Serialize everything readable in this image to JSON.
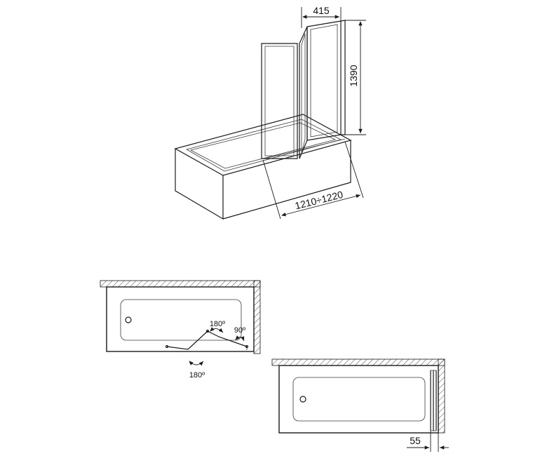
{
  "dimensions": {
    "panel_width": "415",
    "height": "1390",
    "bath_width": "1210÷1220",
    "wall_offset": "55"
  },
  "angles": {
    "fold_top": "180º",
    "fold_side": "90º",
    "fold_bottom": "180º"
  }
}
